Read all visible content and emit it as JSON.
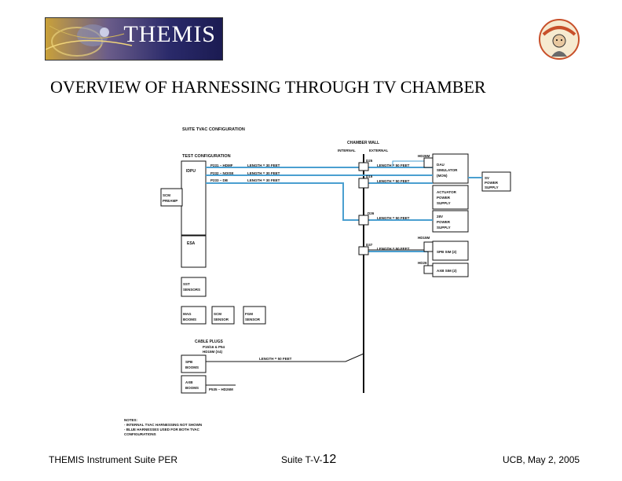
{
  "logo": {
    "text": "THEMIS"
  },
  "title": "OVERVIEW OF HARNESSING THROUGH TV CHAMBER",
  "diagram": {
    "heading": "SUITE TVAC CONFIGURATION",
    "test_config": "TEST CONFIGURATION",
    "chamber_wall": "CHAMBER WALL",
    "internal": "INTERNAL",
    "external": "EXTERNAL",
    "idpu": "IDPU",
    "scm_preamp": [
      "SCM",
      "PREAMP"
    ],
    "esa": "ESA",
    "sst": [
      "SST",
      "SENSORS"
    ],
    "mag_booms": [
      "MAG",
      "BOOMS"
    ],
    "scm_sensor": [
      "SCM",
      "SENSOR"
    ],
    "fgm_sensor": [
      "FGM",
      "SENSOR"
    ],
    "cable_plugs": "CABLE PLUGS",
    "p_labels": [
      "P231 – HDMF",
      "P232 – NOISE",
      "P233 – DB"
    ],
    "lengths": [
      "LENGTH = 30 FEET",
      "LENGTH = 30 FEET",
      "LENGTH = 30 FEET"
    ],
    "d25": "D25",
    "d15": "D15",
    "d26": "D26",
    "d37": "D37",
    "hd26m": "HD26M",
    "hd15m": "HD15M",
    "hd26": "HD26",
    "length_50": "LENGTH = 50 FEET",
    "dau_sim": [
      "DAU",
      "SIMULATOR",
      "(MON)"
    ],
    "power_supply": [
      "SV",
      "POWER",
      "SUPPLY"
    ],
    "actuator_ps": [
      "ACTUATOR",
      "POWER",
      "SUPPLY"
    ],
    "ps28": [
      "28V",
      "POWER",
      "SUPPLY"
    ],
    "spb_sim": "SPB SIM (2)",
    "axb_sim": "AXB SIM (2)",
    "plug_notes": [
      "P15/16 & P54",
      "HD15M (X4)"
    ],
    "spb_booms": [
      "SPB",
      "BOOMS"
    ],
    "axb_booms": [
      "AXB",
      "BOOMS"
    ],
    "p535": "P535 – HD26M",
    "notes": [
      "NOTES:",
      "- INTERNAL TVAC HARNESSING NOT SHOWN",
      "- BLUE HARNESSES USED FOR BOTH TVAC",
      "  CONFIGURATIONS"
    ]
  },
  "footer": {
    "left": "THEMIS Instrument Suite PER",
    "mid_prefix": "Suite T-V-",
    "mid_number": "12",
    "right": "UCB, May 2, 2005"
  },
  "colors": {
    "cable": "#4a9fd0",
    "black": "#111111"
  }
}
